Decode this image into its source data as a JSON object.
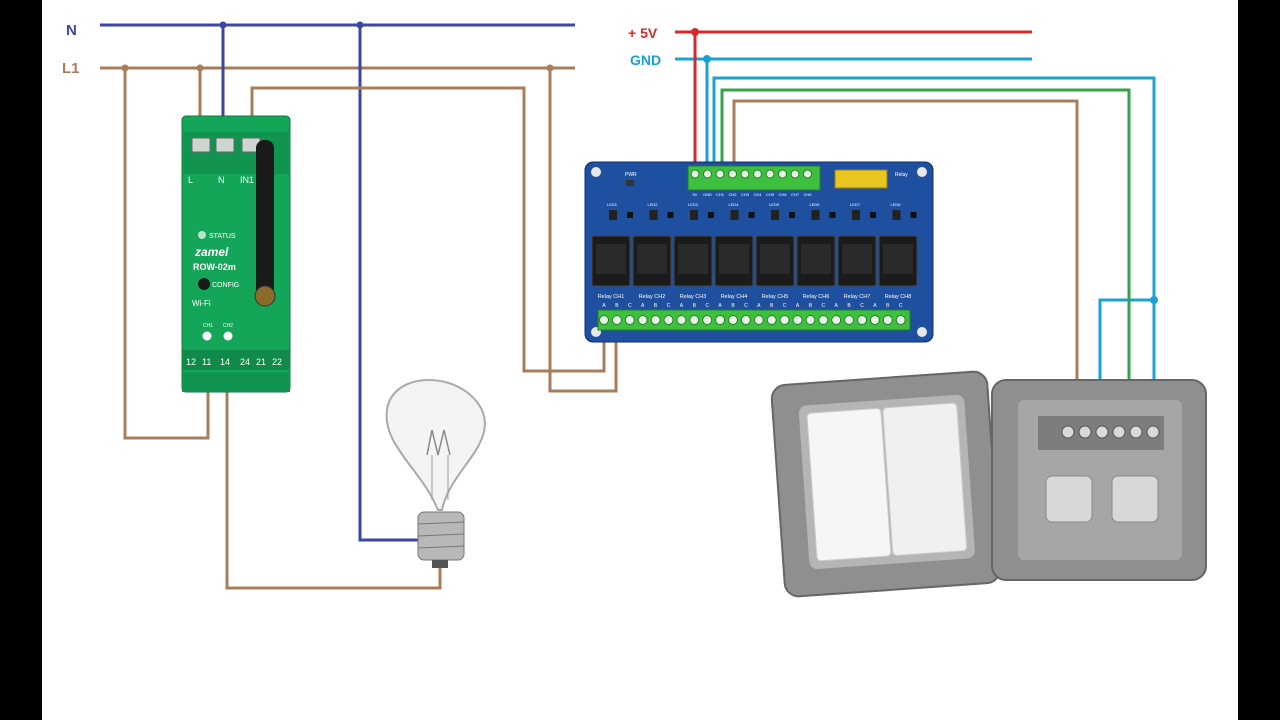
{
  "diagram": {
    "mains_labels": {
      "neutral": "N",
      "line": "L1"
    },
    "dc_labels": {
      "plus": "+ 5V",
      "ground": "GND"
    },
    "module": {
      "top_terminals": [
        "L",
        "N",
        "IN1"
      ],
      "status_label": "STATUS",
      "brand": "zamel",
      "model": "ROW-02m",
      "config_label": "CONFIG",
      "wifi_label": "Wi-Fi",
      "channel_leds": [
        "CH1",
        "CH2"
      ],
      "bottom_terminals": [
        "12",
        "11",
        "14",
        "24",
        "21",
        "22"
      ]
    },
    "relay_board": {
      "power_label": "PWR",
      "header_terminals": [
        "5V",
        "GND",
        "CH1",
        "CH2",
        "CH3",
        "CH4",
        "CH5",
        "CH6",
        "CH7",
        "CH8"
      ],
      "jumper_label": "Relay",
      "led_labels": [
        "LED1",
        "LED2",
        "LED3",
        "LED4",
        "LED5",
        "LED6",
        "LED7",
        "LED8"
      ],
      "relay_labels": [
        "Relay CH1",
        "Relay CH2",
        "Relay CH3",
        "Relay CH4",
        "Relay CH5",
        "Relay CH6",
        "Relay CH7",
        "Relay CH8"
      ],
      "contact_letters": [
        "A",
        "B",
        "C"
      ]
    },
    "colors": {
      "neutral": "#3b47a1",
      "line": "#a97c5a",
      "plus5v": "#d42a2a",
      "ground": "#1aa2d2",
      "signal": "#35a24b",
      "module_green": "#13a558",
      "board_blue": "#1f4f9f"
    }
  }
}
